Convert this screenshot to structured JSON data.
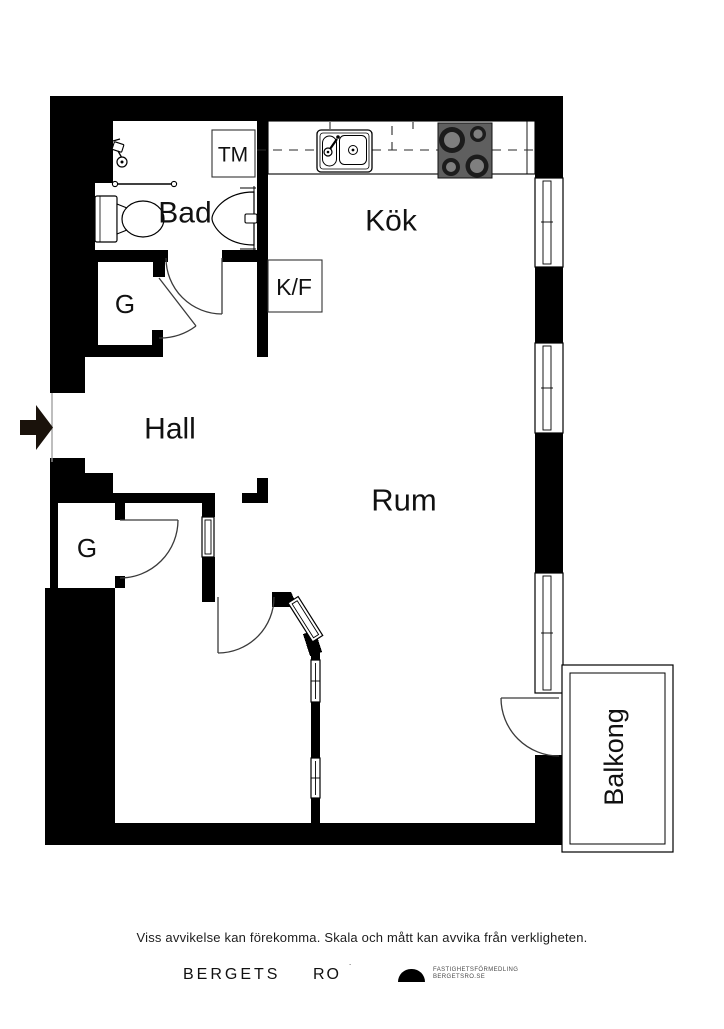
{
  "plan": {
    "rooms": {
      "bad": "Bad",
      "kok": "Kök",
      "hall": "Hall",
      "rum": "Rum",
      "balkong": "Balkong",
      "g_upper": "G",
      "g_lower": "G",
      "kf": "K/F",
      "tm": "TM"
    }
  },
  "footer": {
    "disclaimer": "Viss avvikelse kan förekomma. Skala och mått kan avvika från verkligheten."
  },
  "brand": {
    "word1": "BERGETS",
    "word2": "RO",
    "mark": "˙",
    "agency_line1": "FASTIGHETSFÖRMEDLING",
    "agency_line2": "BERGETSRO.SE"
  },
  "colors": {
    "wall": "#000000",
    "stove_body": "#5f5f5f",
    "burner_ring": "#1c1c1c",
    "burner_center": "#7f7f7f",
    "background": "#ffffff"
  }
}
